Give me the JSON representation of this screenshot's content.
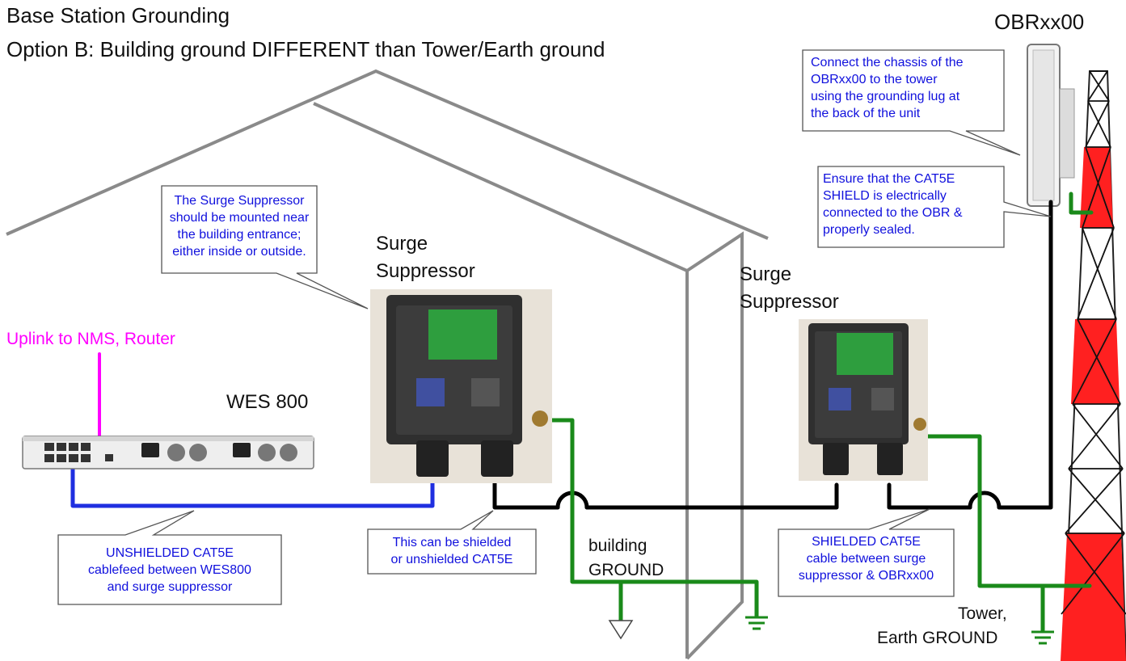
{
  "header": {
    "title": "Base Station Grounding",
    "subtitle": "Option B: Building ground DIFFERENT than Tower/Earth ground"
  },
  "labels": {
    "obr": "OBRxx00",
    "uplink": "Uplink to NMS, Router",
    "wes": "WES 800",
    "surge_left": [
      "Surge",
      "Suppressor"
    ],
    "surge_right": [
      "Surge",
      "Suppressor"
    ],
    "building_ground": [
      "building",
      "GROUND"
    ],
    "tower_ground": [
      "Tower,",
      "Earth GROUND"
    ]
  },
  "callouts": {
    "obr_chassis": [
      "Connect the chassis of the",
      "OBRxx00 to the tower",
      "using the grounding lug at",
      "the back of the unit"
    ],
    "cat5e_shield": [
      "Ensure that the CAT5E",
      "SHIELD is electrically",
      "connected to the OBR &",
      "properly sealed."
    ],
    "surge_mount": [
      "The Surge Suppressor",
      "should be mounted near",
      "the building entrance;",
      "either inside or outside."
    ],
    "unshielded": [
      "UNSHIELDED CAT5E",
      "cablefeed between WES800",
      "and surge suppressor"
    ],
    "shielded_or_not": [
      "This can be shielded",
      "or unshielded CAT5E"
    ],
    "shielded": [
      "SHIELDED CAT5E",
      "cable between surge",
      "suppressor & OBRxx00"
    ]
  },
  "colors": {
    "green_wire": "#1a8a1a",
    "blue_wire": "#1f2fe0",
    "black_wire": "#000000",
    "magenta_wire": "#ff00ff",
    "callout_text": "#1010dd",
    "tower_red": "#ff2020",
    "house_gray": "#8a8a8a"
  },
  "icons": [
    "surge-suppressor-photo",
    "wes800-unit",
    "obr-radio-unit",
    "tower",
    "ground-symbol"
  ]
}
